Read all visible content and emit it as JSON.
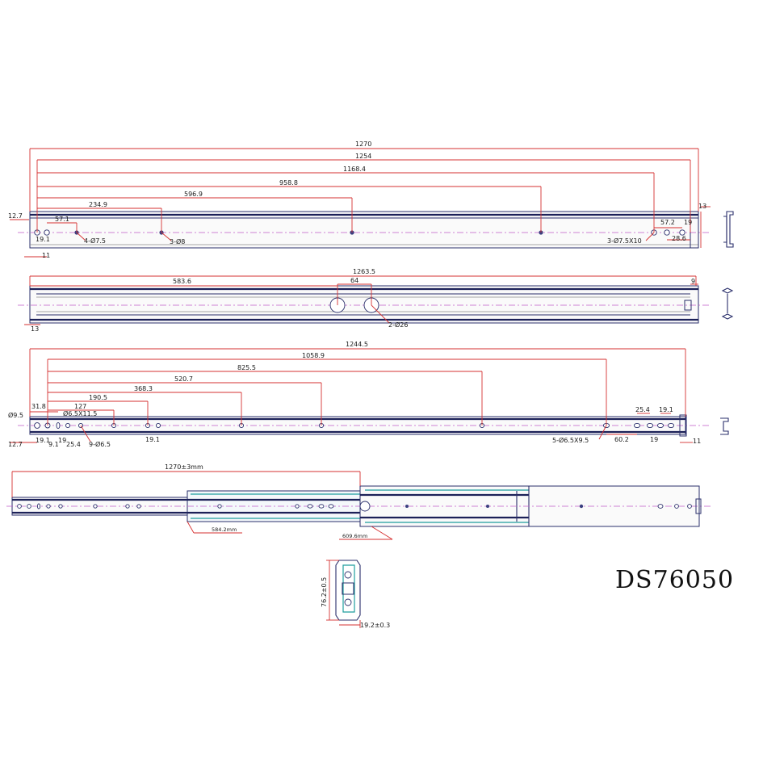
{
  "drawing": {
    "model": "DS76050",
    "view1": {
      "overall": "1270",
      "d1254": "1254",
      "d1168": "1168.4",
      "d958": "958.8",
      "d596": "596.9",
      "d234": "234.9",
      "d57": "57.1",
      "d12": "12.7",
      "d19": "19.1",
      "d11": "11",
      "d13": "13",
      "d572": "57.2",
      "d19r": "19",
      "d286": "28.6",
      "h1": "4-Ø7.5",
      "h2": "3-Ø8",
      "h3": "3-Ø7.5X10"
    },
    "view2": {
      "overall": "1263.5",
      "d583": "583.6",
      "d64": "64",
      "d9": "9",
      "d13": "13",
      "h1": "2-Ø26"
    },
    "view3": {
      "overall": "1244.5",
      "d1058": "1058.9",
      "d825": "825.5",
      "d520": "520.7",
      "d368": "368.3",
      "d190": "190.5",
      "d127": "127",
      "d31": "31.8",
      "d95": "Ø9.5",
      "slot": "Ø6.5X11.5",
      "d12": "12.7",
      "d19a": "19.1",
      "d9a": "9.1",
      "d19b": "19",
      "d25": "25.4",
      "h1": "9-Ø6.5",
      "d19c": "19.1",
      "h2": "5-Ø6.5X9.5",
      "d60": "60.2",
      "d254": "25.4",
      "d191": "19.1",
      "d19d": "19",
      "d11": "11"
    },
    "view4": {
      "ext": "1270±3mm",
      "d584": "584.2mm",
      "d609": "609.6mm"
    },
    "section": {
      "h": "76.2±0.5",
      "w": "19.2±0.3"
    }
  }
}
